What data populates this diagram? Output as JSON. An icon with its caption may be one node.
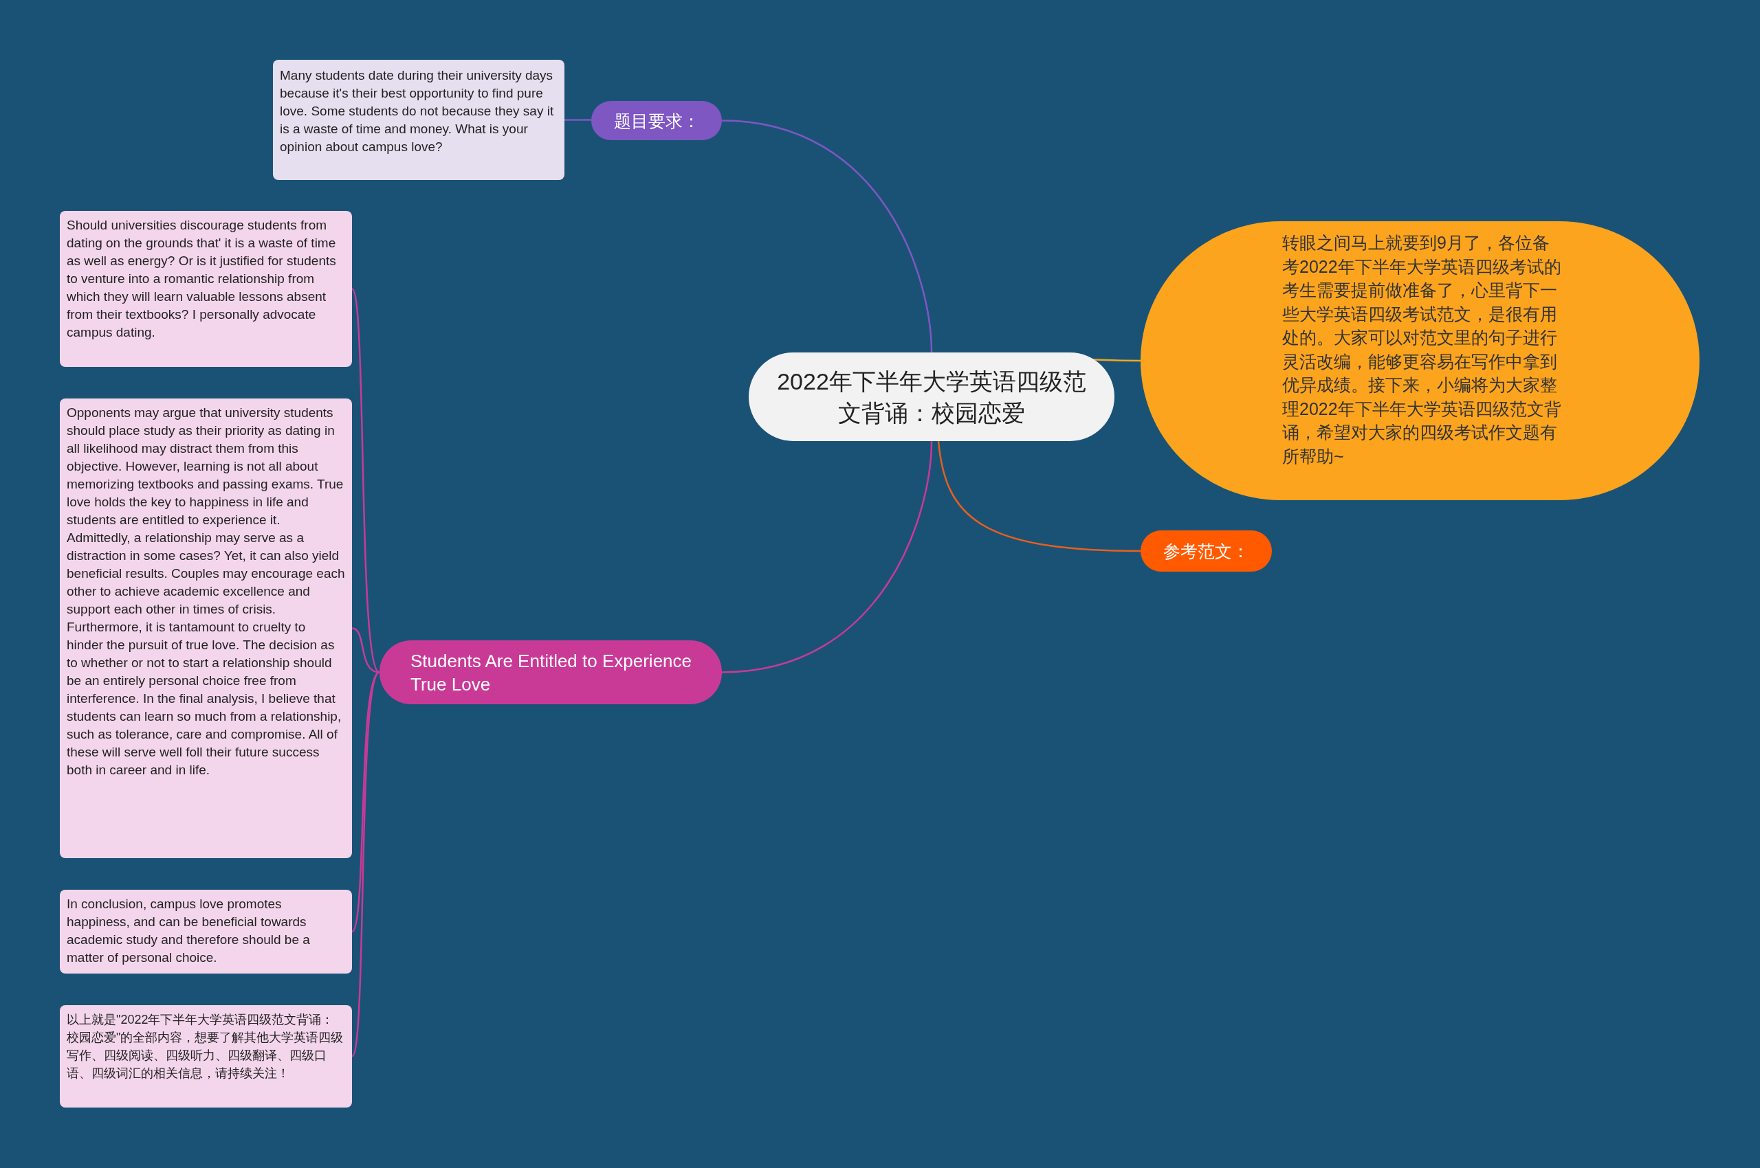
{
  "diagram": {
    "nodes": [
      {
        "text": [
          "2022年下半年大学英语四级范文背诵：校园恋爱"
        ]
      },
      {
        "text": [
          "题目要求："
        ]
      },
      {
        "text": [
          "Many students date during their university days because it's their best opportunity to find pure love. Some students do not because they say it is a waste of time and money. What is your opinion about campus love?"
        ]
      },
      {
        "text": [
          "转眼之间马上就要到9月了，各位备考2022年下半年大学英语四级考试的考生需要提前做准备了，心里背下一些大学英语四级考试范文，是很有用处的。大家可以对范文里的句子进行灵活改编，能够更容易在写作中拿到优异成绩。接下来，小编将为大家整理2022年下半年大学英语四级范文背诵，希望对大家的四级考试作文题有所帮助~"
        ]
      },
      {
        "text": [
          "参考范文："
        ]
      },
      {
        "text": [
          "Students Are Entitled to Experience True Love"
        ]
      },
      {
        "text": [
          "Should universities discourage students from dating on the grounds that' it is a waste of time as well as energy? Or is it justified for students to venture into a romantic relationship from which they will learn valuable lessons absent from their textbooks? I personally advocate campus dating."
        ]
      },
      {
        "text": [
          "Opponents may argue that university students should place study as their priority as dating in all likelihood may distract them from this objective. However, learning is not all about memorizing textbooks and passing exams. True love holds the key to happiness in life and students are entitled to experience it. Admittedly, a relationship may serve as a distraction in some cases? Yet, it can also yield beneficial results. Couples may encourage each other to achieve academic excellence and support each other in times of crisis. Furthermore, it is tantamount to cruelty to hinder the pursuit of true love. The decision as to whether or not to start a relationship should be an entirely personal choice free from interference. In the final analysis, I believe that students can learn so much from a relationship, such as tolerance, care and compromise. All of these will serve well foll their future success both in career and in life."
        ]
      },
      {
        "text": [
          "In conclusion, campus love promotes happiness, and can be beneficial towards academic study and therefore should be a matter of personal choice."
        ]
      },
      {
        "text": [
          "以上就是\"2022年下半年大学英语四级范文背诵：校园恋爱\"的全部内容，想要了解其他大学英语四级写作、四级阅读、四级听力、四级翻译、四级口语、四级词汇的相关信息，请持续关注！"
        ]
      }
    ],
    "edges": [
      {
        "from": 0,
        "to": 1,
        "arrow": "none",
        "color": "#7e57c2"
      },
      {
        "from": 1,
        "to": 2,
        "arrow": "none",
        "color": "#7e57c2"
      },
      {
        "from": 0,
        "to": 3,
        "arrow": "none",
        "color": "#f5a623"
      },
      {
        "from": 0,
        "to": 4,
        "arrow": "none",
        "color": "#e8601c"
      },
      {
        "from": 0,
        "to": 5,
        "arrow": "none"
      },
      {
        "from": 5,
        "to": 6,
        "arrow": "none"
      },
      {
        "from": 5,
        "to": 7,
        "arrow": "none"
      },
      {
        "from": 5,
        "to": 8,
        "arrow": "none"
      },
      {
        "from": 5,
        "to": 9,
        "arrow": "none"
      }
    ]
  }
}
